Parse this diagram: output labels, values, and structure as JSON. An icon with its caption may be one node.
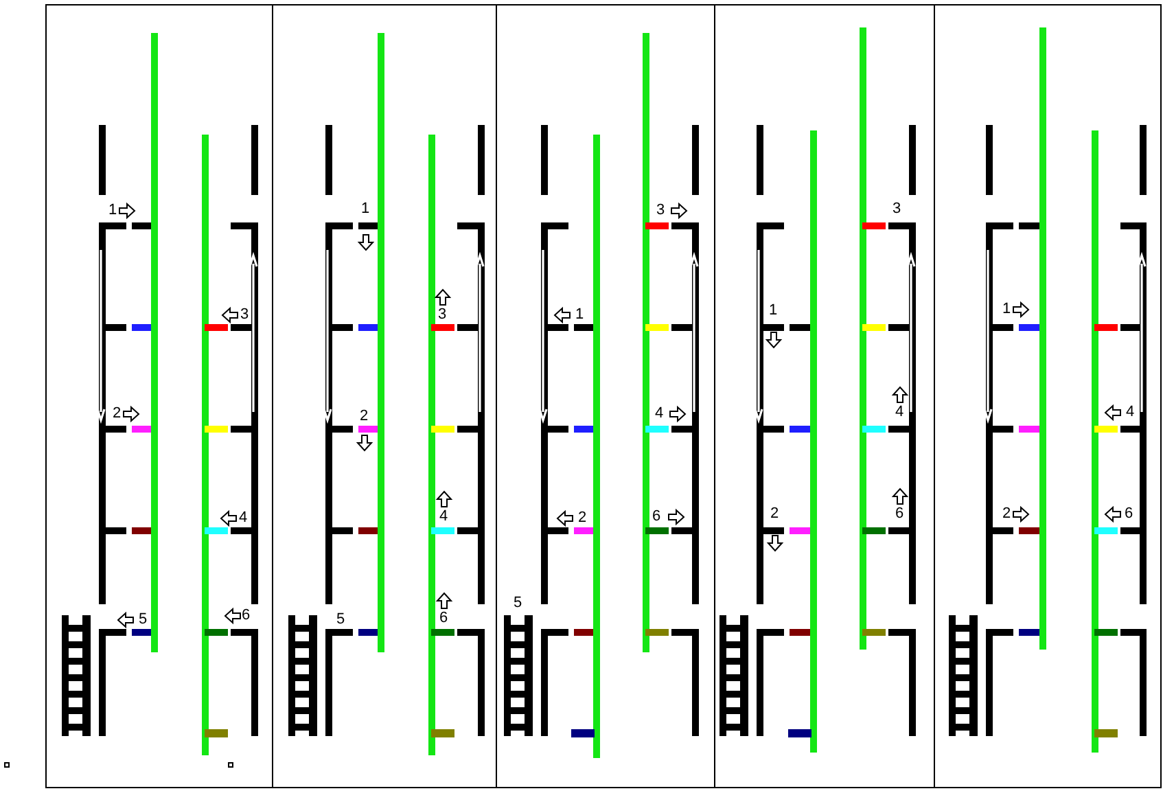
{
  "diagram": {
    "labels": [
      "1",
      "3",
      "2",
      "4",
      "5",
      "6",
      "1",
      "3",
      "2",
      "4",
      "5",
      "6",
      "3",
      "1",
      "4",
      "2",
      "6",
      "5",
      "3",
      "1",
      "4",
      "2",
      "6",
      "1",
      "4",
      "2",
      "6"
    ]
  }
}
